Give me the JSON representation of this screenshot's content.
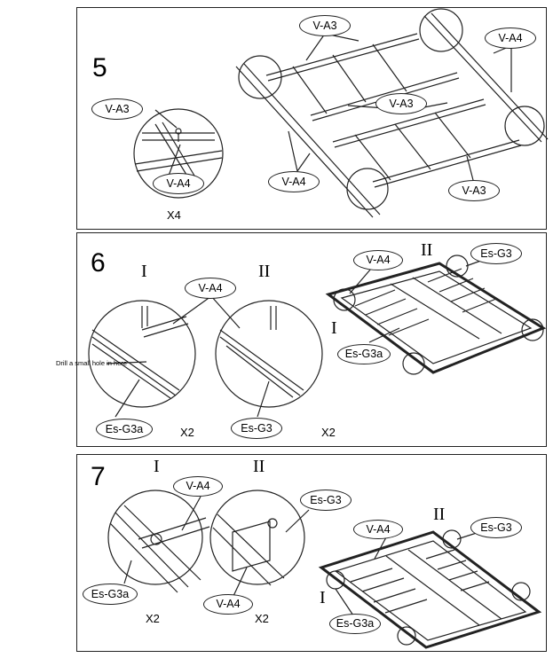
{
  "steps": [
    {
      "number": "5",
      "labels": {
        "a": "V-A3",
        "b": "V-A4",
        "c": "V-A3",
        "d": "V-A4",
        "e": "V-A3",
        "f": "V-A4",
        "g": "V-A3"
      },
      "qty": "X4"
    },
    {
      "number": "6",
      "roman1": "I",
      "roman2": "II",
      "roman3": "I",
      "roman4": "II",
      "labels": {
        "va4": "V-A4",
        "esg3a": "Es-G3a",
        "esg3": "Es-G3",
        "va4b": "V-A4",
        "esg3b": "Es-G3",
        "esg3ab": "Es-G3a"
      },
      "qty1": "X2",
      "qty2": "X2",
      "note": "Drill a small hole  in here"
    },
    {
      "number": "7",
      "roman1": "I",
      "roman2": "II",
      "roman3": "I",
      "roman4": "II",
      "labels": {
        "va4": "V-A4",
        "esg3a": "Es-G3a",
        "esg3": "Es-G3",
        "va4b": "V-A4",
        "va4c": "V-A4",
        "esg3b": "Es-G3",
        "esg3ab": "Es-G3a"
      },
      "qty1": "X2",
      "qty2": "X2"
    }
  ]
}
